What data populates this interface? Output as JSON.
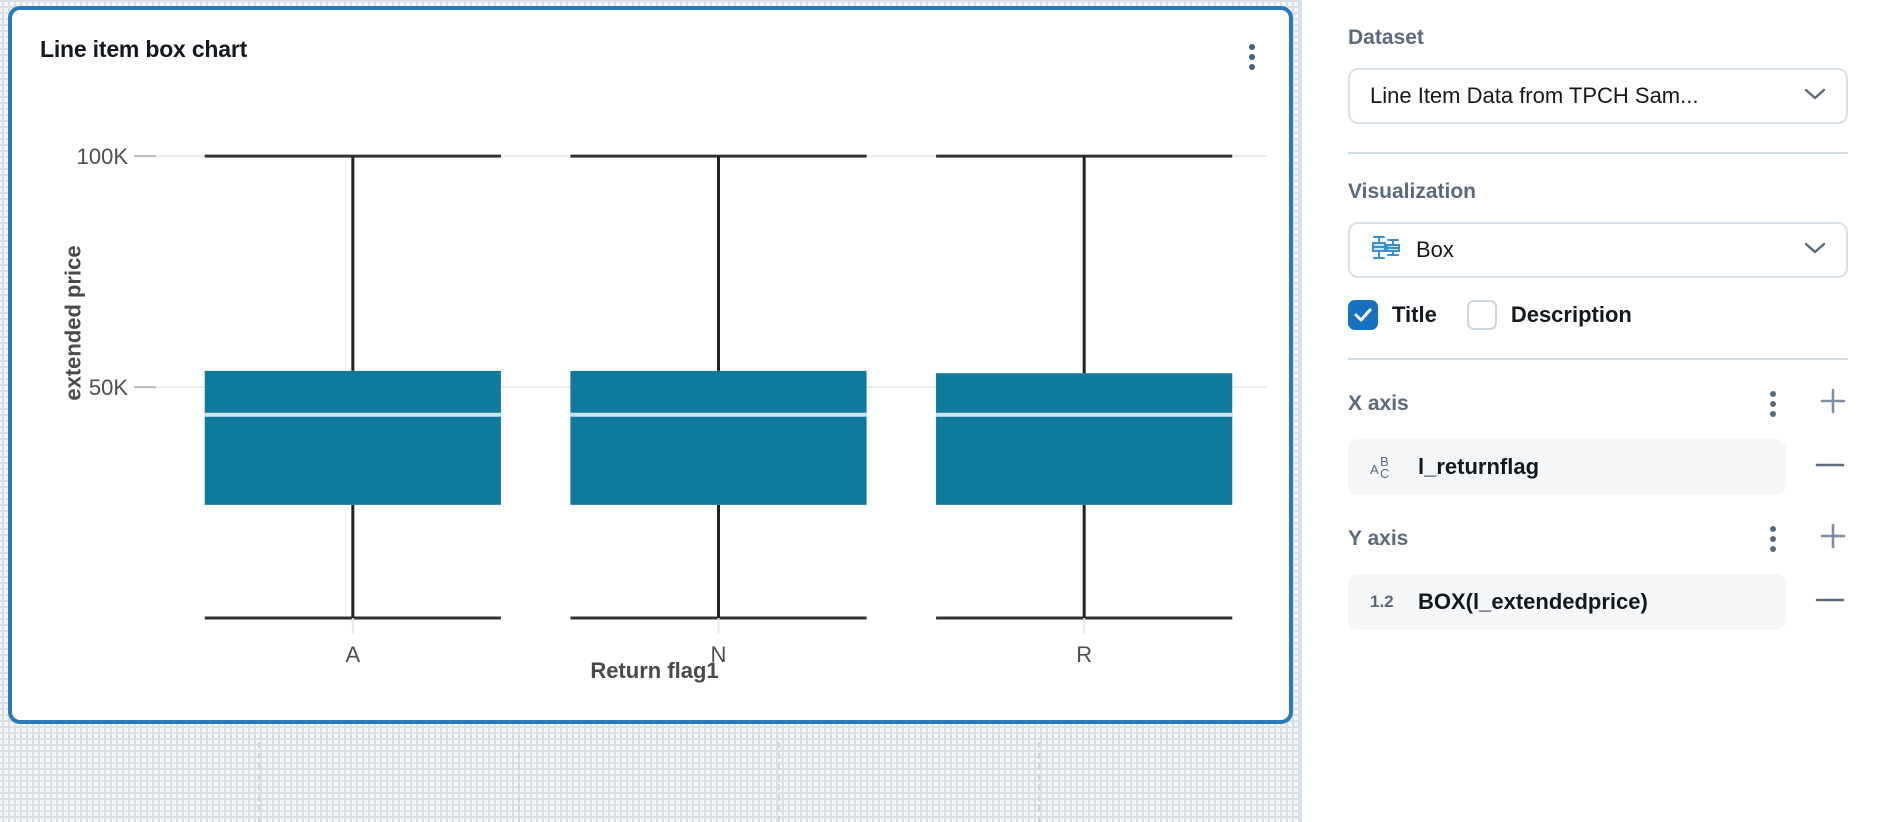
{
  "chart_card": {
    "title": "Line item box chart",
    "kebab_icon": "kebab-menu-icon"
  },
  "chart_data": {
    "type": "box",
    "title": "Line item box chart",
    "xlabel": "Return flag1",
    "ylabel": "extended price",
    "categories": [
      "A",
      "N",
      "R"
    ],
    "ytick_labels": [
      "100K",
      "50K"
    ],
    "ytick_values": [
      100000,
      50000
    ],
    "ylim": [
      0,
      110000
    ],
    "grid": true,
    "legend": null,
    "color": "#0f7a9c",
    "boxes": [
      {
        "category": "A",
        "whisker_high": 100000,
        "q3": 53500,
        "median": 44000,
        "q1": 24500,
        "whisker_low": 0
      },
      {
        "category": "N",
        "whisker_high": 100000,
        "q3": 53500,
        "median": 44000,
        "q1": 24500,
        "whisker_low": 0
      },
      {
        "category": "R",
        "whisker_high": 100000,
        "q3": 53000,
        "median": 44000,
        "q1": 24500,
        "whisker_low": 0
      }
    ]
  },
  "panel": {
    "dataset": {
      "section_label": "Dataset",
      "value": "Line Item Data from TPCH Sam...",
      "chevron_icon": "chevron-down-icon"
    },
    "visualization": {
      "section_label": "Visualization",
      "value": "Box",
      "type_icon": "box-plot-icon",
      "chevron_icon": "chevron-down-icon",
      "title_checkbox": {
        "label": "Title",
        "checked": true
      },
      "description_checkbox": {
        "label": "Description",
        "checked": false
      }
    },
    "x_axis": {
      "section_label": "X axis",
      "kebab_icon": "kebab-menu-icon",
      "add_icon": "plus-icon",
      "field": {
        "label": "l_returnflag",
        "type_icon": "abc-string-icon",
        "remove_icon": "minus-icon"
      }
    },
    "y_axis": {
      "section_label": "Y axis",
      "kebab_icon": "kebab-menu-icon",
      "add_icon": "plus-icon",
      "field": {
        "label": "BOX(l_extendedprice)",
        "type_icon": "number-1-2-icon",
        "remove_icon": "minus-icon"
      }
    }
  }
}
